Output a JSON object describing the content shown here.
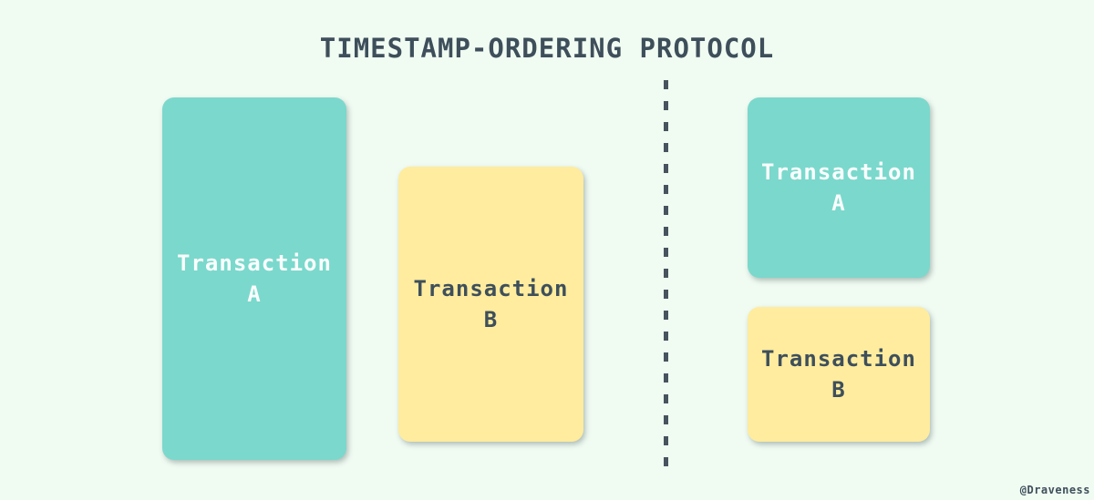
{
  "title": "TIMESTAMP-ORDERING PROTOCOL",
  "watermark": "@Draveness",
  "colors": {
    "background": "#F0FBF2",
    "transaction_a_fill": "#7BD8CC",
    "transaction_b_fill": "#FFEC9E",
    "title_text": "#3E4F5B",
    "text_on_teal": "#F9FFFD",
    "text_on_yellow": "#3E4F5B",
    "divider_dash": "#47545F"
  },
  "left_panel": {
    "transaction_a": {
      "line1": "Transaction",
      "line2": "A"
    },
    "transaction_b": {
      "line1": "Transaction",
      "line2": "B"
    }
  },
  "right_panel": {
    "transaction_a": {
      "line1": "Transaction",
      "line2": "A"
    },
    "transaction_b": {
      "line1": "Transaction",
      "line2": "B"
    }
  }
}
